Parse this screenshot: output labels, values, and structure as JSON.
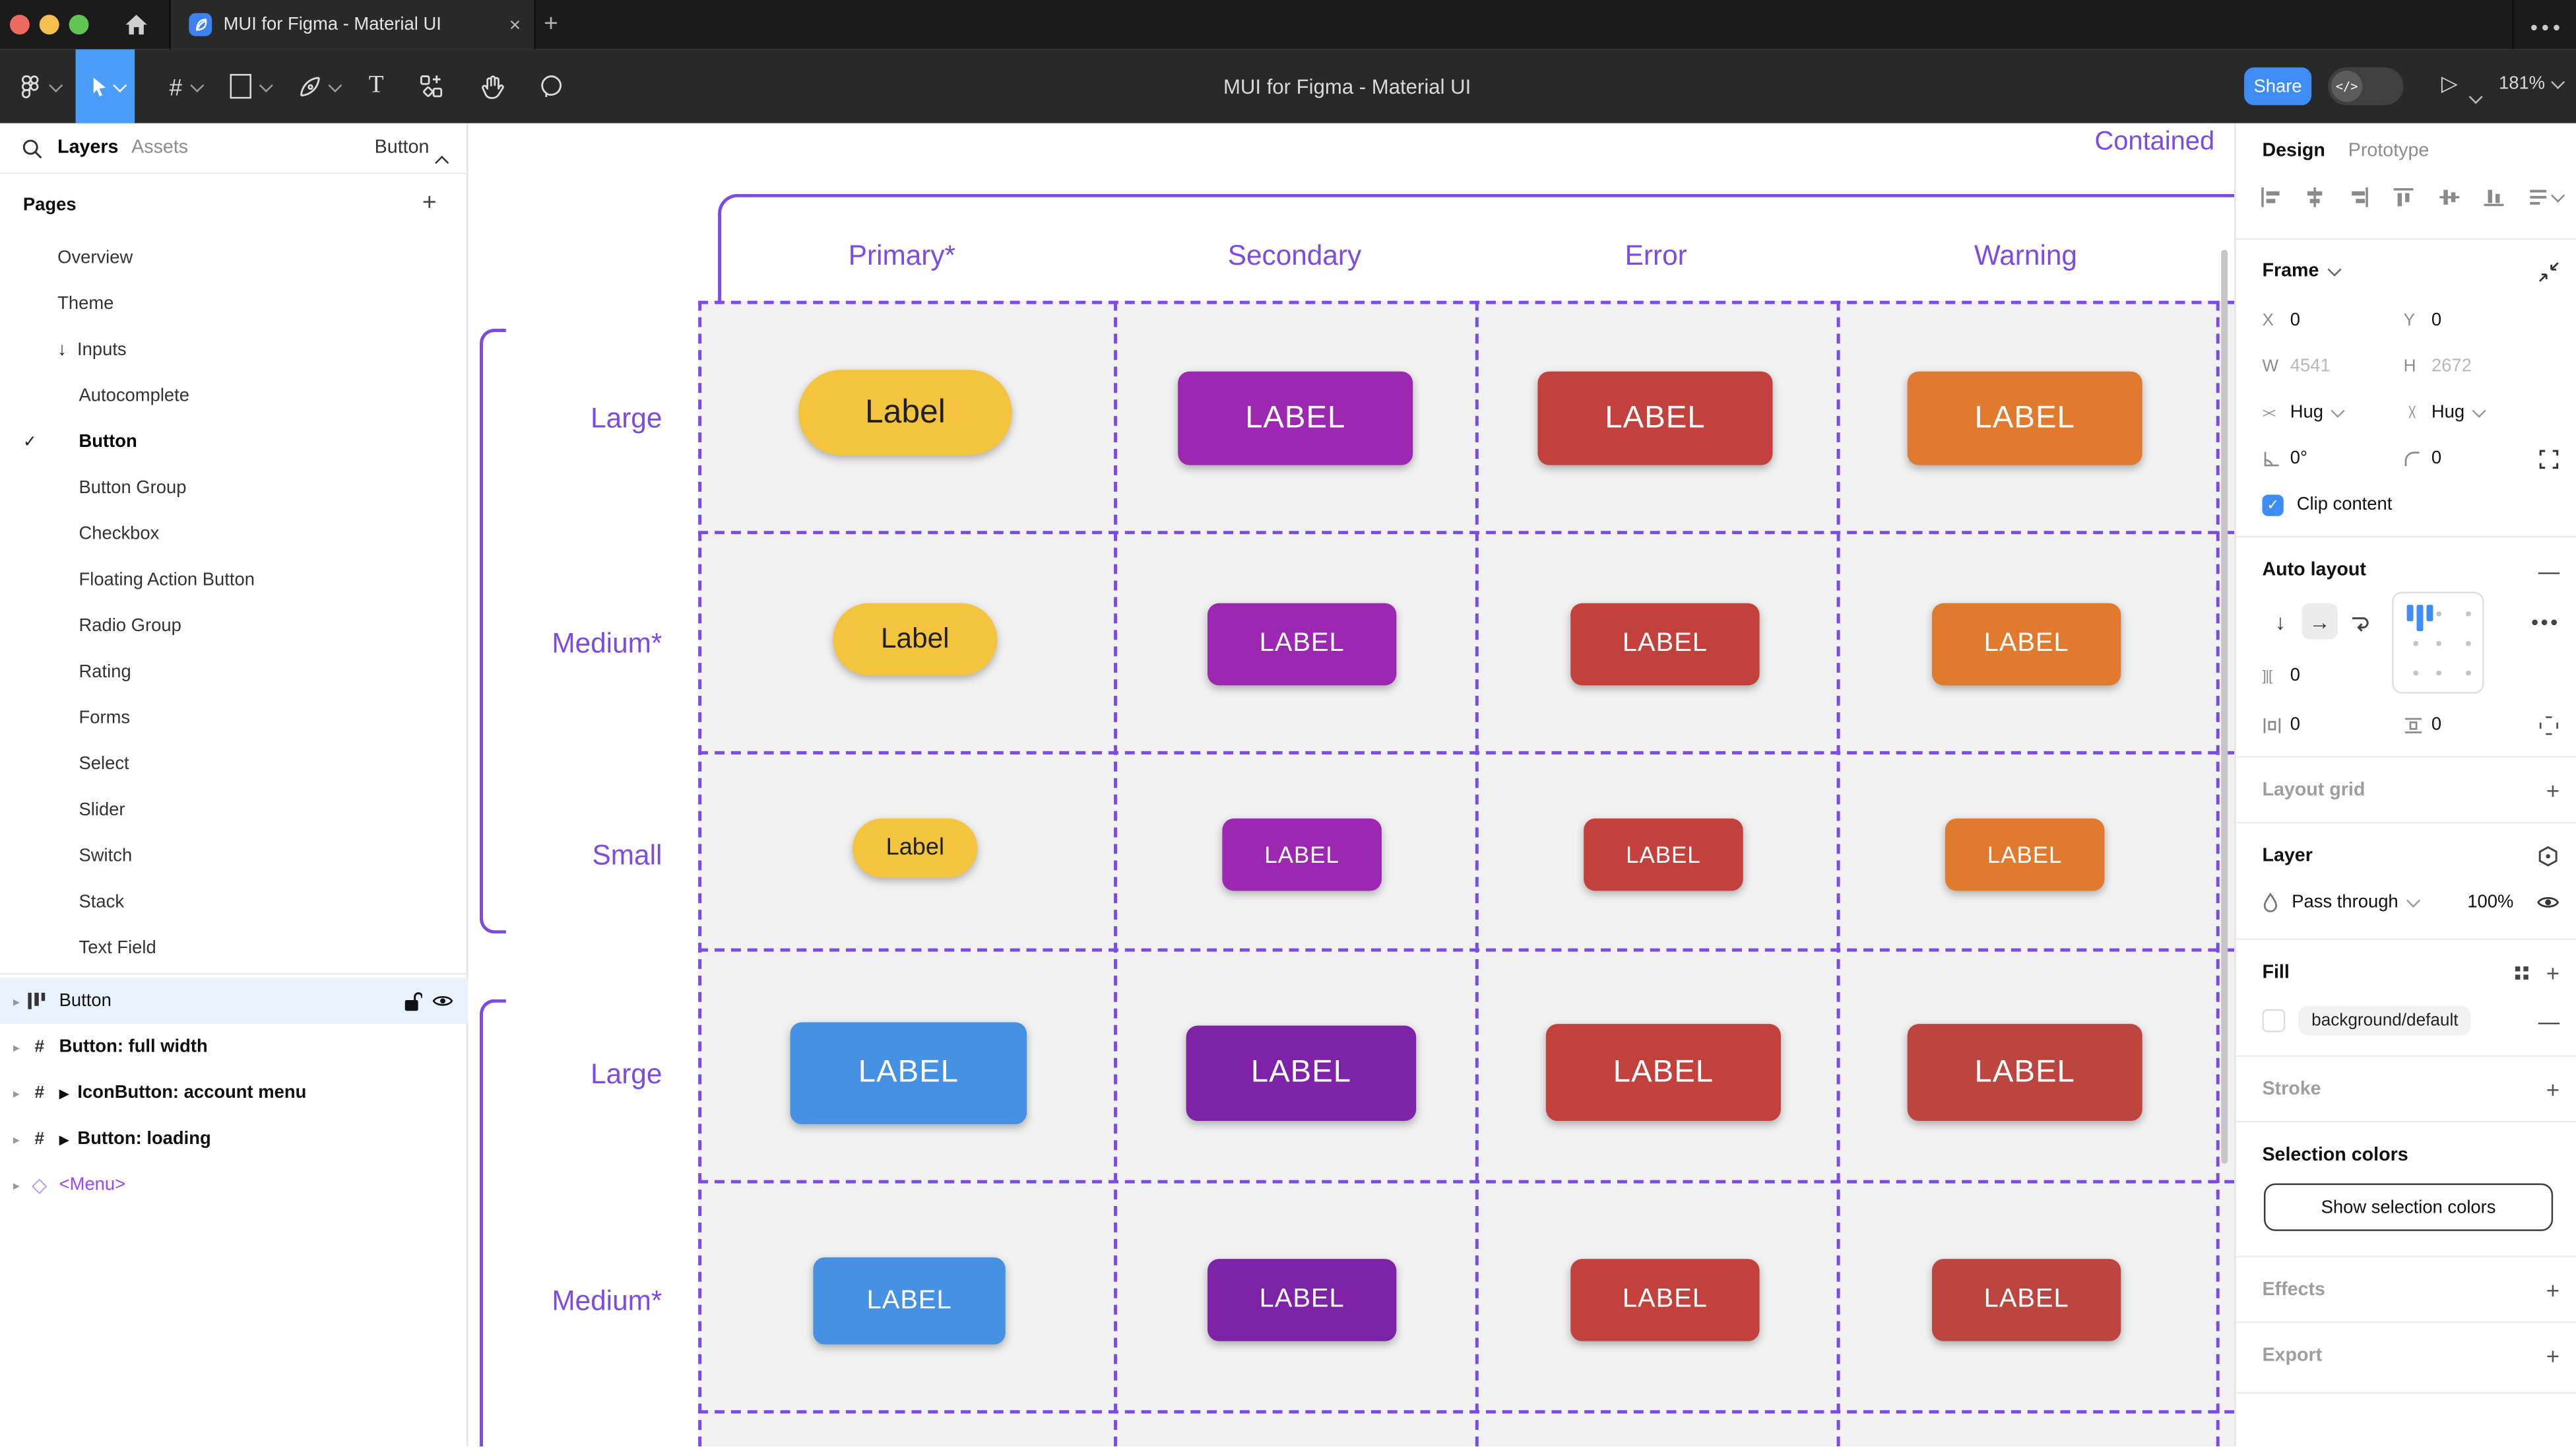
{
  "browser": {
    "tab_title": "MUI for Figma - Material UI",
    "close_glyph": "×",
    "new_tab_glyph": "+",
    "overflow_glyph": "•••"
  },
  "toolbar": {
    "title": "MUI for Figma - Material UI",
    "share_label": "Share",
    "dev_toggle_glyph": "</>",
    "zoom_level": "181%",
    "frame_tool_glyph": "#",
    "text_tool_glyph": "T",
    "play_glyph": "▷"
  },
  "left_panel": {
    "tabs": [
      {
        "label": "Layers"
      },
      {
        "label": "Assets"
      }
    ],
    "page_selector": "Button",
    "pages_title": "Pages",
    "add_page_glyph": "+",
    "check_glyph": "✓",
    "inputs_arrow_glyph": "↓",
    "pages": [
      {
        "label": "Overview"
      },
      {
        "label": "Theme"
      },
      {
        "label": "Inputs"
      },
      {
        "label": "Autocomplete"
      },
      {
        "label": "Button"
      },
      {
        "label": "Button Group"
      },
      {
        "label": "Checkbox"
      },
      {
        "label": "Floating Action Button"
      },
      {
        "label": "Radio Group"
      },
      {
        "label": "Rating"
      },
      {
        "label": "Forms"
      },
      {
        "label": "Select"
      },
      {
        "label": "Slider"
      },
      {
        "label": "Switch"
      },
      {
        "label": "Stack"
      },
      {
        "label": "Text Field"
      }
    ],
    "layers": [
      {
        "label": "Button"
      },
      {
        "label": "Button: full width"
      },
      {
        "label": "IconButton: account menu"
      },
      {
        "label": "Button: loading"
      },
      {
        "label": "<Menu>"
      }
    ],
    "frame_icon_glyph": "#",
    "play_glyph": "▶",
    "chevron_glyph": "▸",
    "instance_icon_glyph": "◇"
  },
  "right_panel": {
    "tabs": [
      {
        "label": "Design"
      },
      {
        "label": "Prototype"
      }
    ],
    "frame": {
      "title": "Frame",
      "x_label": "X",
      "x_value": "0",
      "y_label": "Y",
      "y_value": "0",
      "w_label": "W",
      "w_value": "4541",
      "h_label": "H",
      "h_value": "2672",
      "h_sizing": "Hug",
      "v_sizing": "Hug",
      "rotation": "0°",
      "corner_radius": "0",
      "clip_label": "Clip content"
    },
    "auto_layout": {
      "title": "Auto layout",
      "down_glyph": "↓",
      "right_glyph": "→",
      "gap_value": "0",
      "padding_h_value": "0",
      "padding_v_value": "0",
      "more_glyph": "•••"
    },
    "layout_grid_title": "Layout grid",
    "layer": {
      "title": "Layer",
      "blend_mode": "Pass through",
      "opacity": "100%"
    },
    "fill": {
      "title": "Fill",
      "style_name": "background/default",
      "remove_glyph": "—"
    },
    "stroke_title": "Stroke",
    "selection_colors_title": "Selection colors",
    "show_selection_colors_label": "Show selection colors",
    "effects_title": "Effects",
    "export_title": "Export",
    "minus_glyph": "—",
    "plus_glyph": "+"
  },
  "canvas": {
    "frame_name": "Contained",
    "accent_color": "#7c4be3",
    "columns": [
      {
        "label": "Primary*"
      },
      {
        "label": "Secondary"
      },
      {
        "label": "Error"
      },
      {
        "label": "Warning"
      }
    ],
    "rows": [
      {
        "label": "Large",
        "buttons": [
          {
            "label": "Label",
            "bg": "#F4C43F",
            "fg": "#202020"
          },
          {
            "label": "LABEL",
            "bg": "#9C27B0",
            "fg": "#FFFFFF"
          },
          {
            "label": "LABEL",
            "bg": "#C3413D",
            "fg": "#FFFFFF"
          },
          {
            "label": "LABEL",
            "bg": "#DF7A2E",
            "fg": "#FFFFFF"
          }
        ]
      },
      {
        "label": "Medium*",
        "buttons": [
          {
            "label": "Label",
            "bg": "#F4C43F",
            "fg": "#202020"
          },
          {
            "label": "LABEL",
            "bg": "#9C27B0",
            "fg": "#FFFFFF"
          },
          {
            "label": "LABEL",
            "bg": "#C3413D",
            "fg": "#FFFFFF"
          },
          {
            "label": "LABEL",
            "bg": "#DF7A2E",
            "fg": "#FFFFFF"
          }
        ]
      },
      {
        "label": "Small",
        "buttons": [
          {
            "label": "Label",
            "bg": "#F4C43F",
            "fg": "#202020"
          },
          {
            "label": "LABEL",
            "bg": "#9C27B0",
            "fg": "#FFFFFF"
          },
          {
            "label": "LABEL",
            "bg": "#C3413D",
            "fg": "#FFFFFF"
          },
          {
            "label": "LABEL",
            "bg": "#DF7A2E",
            "fg": "#FFFFFF"
          }
        ]
      },
      {
        "label": "Large",
        "buttons": [
          {
            "label": "LABEL",
            "bg": "#4791E2",
            "fg": "#FFFFFF"
          },
          {
            "label": "LABEL",
            "bg": "#7E22A8",
            "fg": "#FFFFFF"
          },
          {
            "label": "LABEL",
            "bg": "#C3413D",
            "fg": "#FFFFFF"
          },
          {
            "label": "LABEL",
            "bg": "#BC4540",
            "fg": "#FFFFFF"
          }
        ]
      },
      {
        "label": "Medium*",
        "buttons": [
          {
            "label": "LABEL",
            "bg": "#4791E2",
            "fg": "#FFFFFF"
          },
          {
            "label": "LABEL",
            "bg": "#7E22A8",
            "fg": "#FFFFFF"
          },
          {
            "label": "LABEL",
            "bg": "#C3413D",
            "fg": "#FFFFFF"
          },
          {
            "label": "LABEL",
            "bg": "#BC4540",
            "fg": "#FFFFFF"
          }
        ]
      }
    ]
  }
}
